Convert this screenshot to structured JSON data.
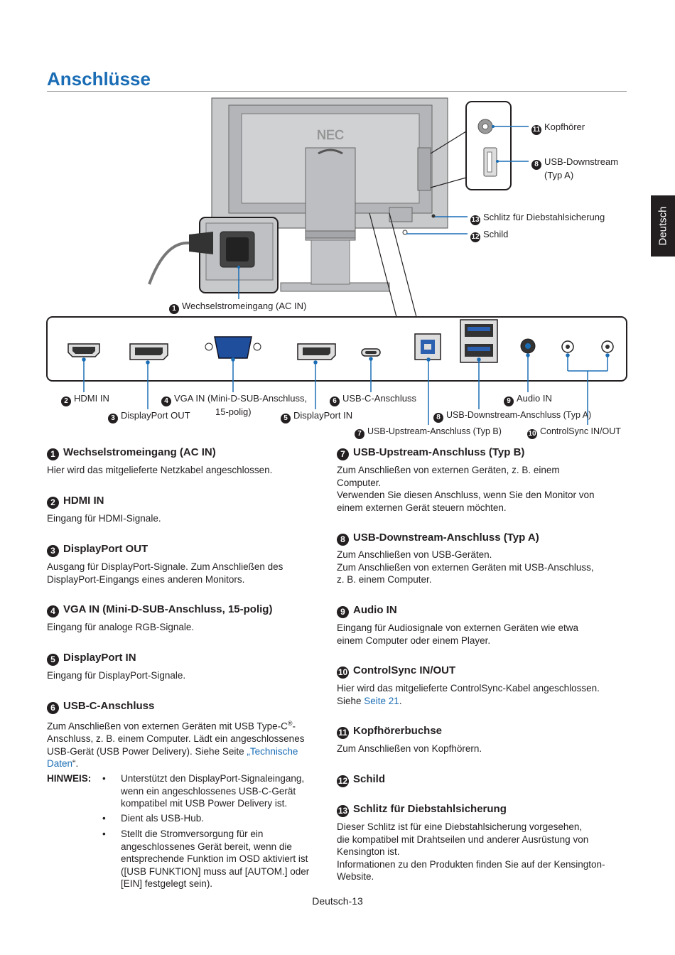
{
  "page": {
    "title": "Anschlüsse",
    "side_tab": "Deutsch",
    "footer": "Deutsch-13"
  },
  "diagram": {
    "brand": "NEC",
    "labels": {
      "l11": {
        "num": "11",
        "text": "Kopfhörer"
      },
      "l8a": {
        "num": "8",
        "text": "USB-Downstream",
        "text2": "(Typ A)"
      },
      "l13": {
        "num": "13",
        "text": "Schlitz für Diebstahlsicherung"
      },
      "l12": {
        "num": "12",
        "text": "Schild"
      },
      "l1": {
        "num": "1",
        "text": "Wechselstromeingang (AC IN)"
      },
      "l2": {
        "num": "2",
        "text": "HDMI IN"
      },
      "l3": {
        "num": "3",
        "text": "DisplayPort OUT"
      },
      "l4": {
        "num": "4",
        "text": "VGA IN (Mini-D-SUB-Anschluss,",
        "text2": "15-polig)"
      },
      "l5": {
        "num": "5",
        "text": "DisplayPort IN"
      },
      "l6": {
        "num": "6",
        "text": "USB-C-Anschluss"
      },
      "l9": {
        "num": "9",
        "text": "Audio IN"
      },
      "l8b": {
        "num": "8",
        "text": "USB-Downstream-Anschluss (Typ A)"
      },
      "l7": {
        "num": "7",
        "text": "USB-Upstream-Anschluss (Typ B)"
      },
      "l10": {
        "num": "10",
        "text": "ControlSync IN/OUT"
      }
    }
  },
  "sections_left": [
    {
      "num": "1",
      "heading": "Wechselstromeingang (AC IN)",
      "body": [
        "Hier wird das mitgelieferte Netzkabel angeschlossen."
      ]
    },
    {
      "num": "2",
      "heading": "HDMI IN",
      "body": [
        "Eingang für HDMI-Signale."
      ]
    },
    {
      "num": "3",
      "heading": "DisplayPort OUT",
      "body": [
        "Ausgang für DisplayPort-Signale. Zum Anschließen des",
        "DisplayPort-Eingangs eines anderen Monitors."
      ]
    },
    {
      "num": "4",
      "heading": "VGA IN (Mini-D-SUB-Anschluss, 15-polig)",
      "body": [
        "Eingang für analoge RGB-Signale."
      ]
    },
    {
      "num": "5",
      "heading": "DisplayPort IN",
      "body": [
        "Eingang für DisplayPort-Signale."
      ]
    },
    {
      "num": "6",
      "heading": "USB-C-Anschluss",
      "body": []
    }
  ],
  "usbc_body": {
    "line1": "Zum Anschließen von externen Geräten mit USB Type-C",
    "reg": "®",
    "line1_end": "-",
    "line2": "Anschluss, z. B. einem Computer. Lädt ein angeschlossenes",
    "line3_pre": "USB-Gerät (USB Power Delivery). Siehe Seite ",
    "link1": "„Technische",
    "link2": "Daten",
    "line4_post": "“."
  },
  "note": {
    "label": "HINWEIS:",
    "bullet": "•",
    "items": [
      [
        "Unterstützt den DisplayPort-Signaleingang,",
        "wenn ein angeschlossenes USB-C-Gerät",
        "kompatibel mit USB Power Delivery ist."
      ],
      [
        "Dient als USB-Hub."
      ],
      [
        "Stellt die Stromversorgung für ein",
        "angeschlossenes Gerät bereit, wenn die",
        "entsprechende Funktion im OSD aktiviert ist",
        "([USB FUNKTION] muss auf [AUTOM.] oder",
        "[EIN] festgelegt sein)."
      ]
    ]
  },
  "sections_right": [
    {
      "num": "7",
      "heading": "USB-Upstream-Anschluss (Typ B)",
      "body": [
        "Zum Anschließen von externen Geräten, z. B. einem",
        "Computer.",
        "Verwenden Sie diesen Anschluss, wenn Sie den Monitor von",
        "einem externen Gerät steuern möchten."
      ]
    },
    {
      "num": "8",
      "heading": "USB-Downstream-Anschluss (Typ A)",
      "body": [
        "Zum Anschließen von USB-Geräten.",
        "Zum Anschließen von externen Geräten mit USB-Anschluss,",
        "z. B. einem Computer."
      ]
    },
    {
      "num": "9",
      "heading": "Audio IN",
      "body": [
        "Eingang für Audiosignale von externen Geräten wie etwa",
        "einem Computer oder einem Player."
      ]
    },
    {
      "num": "10",
      "heading": "ControlSync IN/OUT",
      "body": [
        "Hier wird das mitgelieferte ControlSync-Kabel angeschlossen."
      ]
    },
    {
      "num": "11",
      "heading": "Kopfhörerbuchse",
      "body": [
        "Zum Anschließen von Kopfhörern."
      ]
    },
    {
      "num": "12",
      "heading": "Schild",
      "body": []
    },
    {
      "num": "13",
      "heading": "Schlitz für Diebstahlsicherung",
      "body": [
        "Dieser Schlitz ist für eine Diebstahlsicherung vorgesehen,",
        "die kompatibel mit Drahtseilen und anderer Ausrüstung von",
        "Kensington ist.",
        "Informationen zu den Produkten finden Sie auf der Kensington-",
        "Website."
      ]
    }
  ],
  "controlsync_ref": {
    "pre": "Siehe ",
    "link": "Seite 21",
    "post": "."
  }
}
